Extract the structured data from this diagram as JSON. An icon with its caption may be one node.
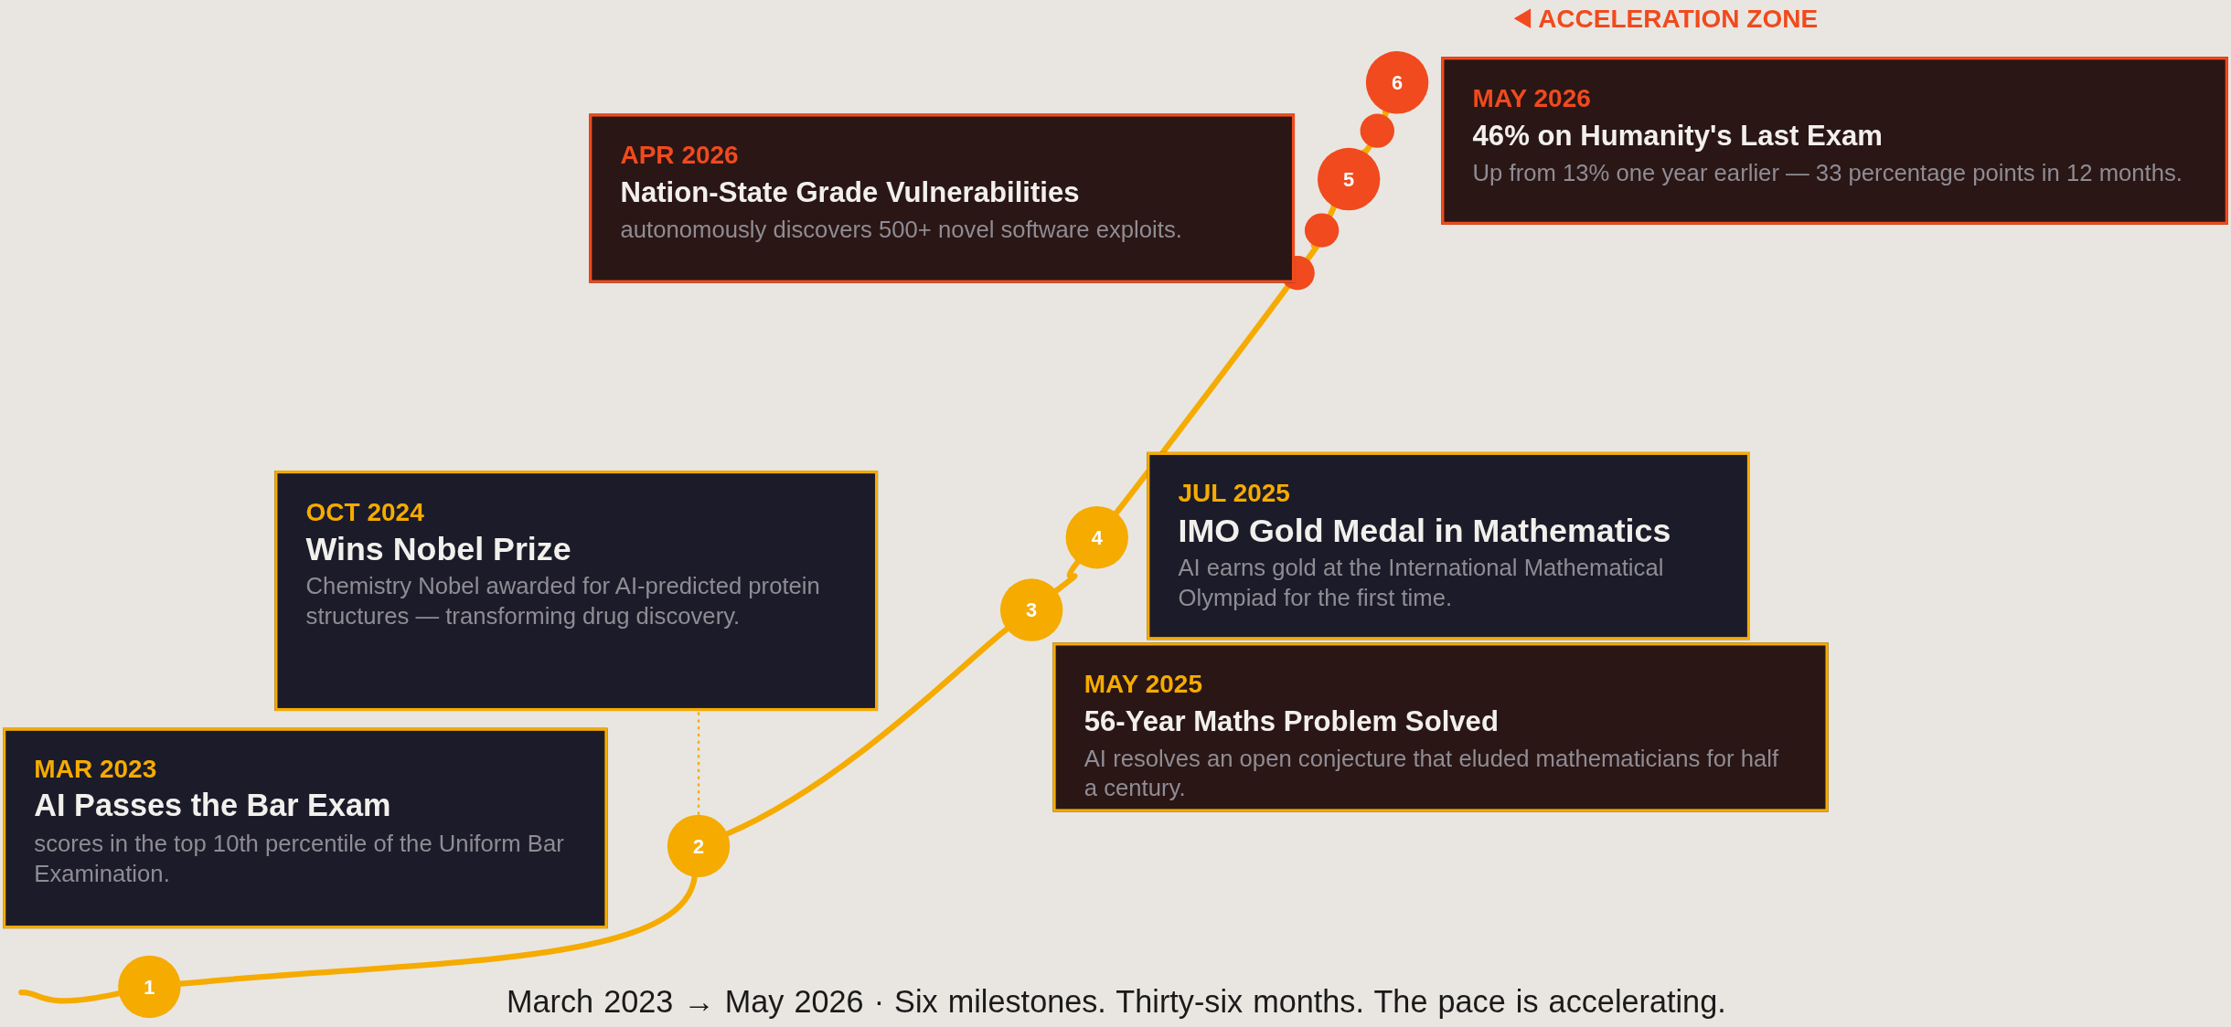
{
  "diagram": {
    "caption": "March 2023 → May 2026 · Six milestones. Thirty-six months. The pace is accelerating.",
    "nodes": [
      {
        "text": [
          "1"
        ]
      },
      {
        "text": [
          "2"
        ]
      },
      {
        "text": [
          "3"
        ]
      },
      {
        "text": [
          "4"
        ]
      },
      {
        "text": [],
        "shape": "circle"
      },
      {
        "text": [],
        "shape": "circle"
      },
      {
        "text": [
          "5"
        ]
      },
      {
        "text": [],
        "shape": "circle"
      },
      {
        "text": [
          "6"
        ]
      },
      {
        "text": [
          "MAR 2023",
          "AI Passes the Bar Exam",
          "scores in the top 10th percentile of the Uniform Bar Examination."
        ]
      },
      {
        "text": [
          "OCT 2024",
          "Wins Nobel Prize",
          "Chemistry Nobel awarded for AI-predicted protein structures — transforming drug discovery."
        ]
      },
      {
        "text": [
          "MAY 2025",
          "56-Year Maths Problem Solved",
          "AI resolves an open conjecture that eluded mathematicians for half a century."
        ]
      },
      {
        "text": [
          "JUL 2025",
          "IMO Gold Medal in Mathematics",
          "AI earns gold at the International Mathematical Olympiad for the first time."
        ]
      },
      {
        "text": [
          "APR 2026",
          "Nation-State Grade Vulnerabilities",
          "autonomously discovers 500+ novel software exploits."
        ]
      },
      {
        "text": [
          "MAY 2026",
          "46% on Humanity's Last Exam",
          "Up from 13% one year earlier — 33 percentage points in 12 months."
        ]
      }
    ],
    "edges": [
      {
        "from": null,
        "to": 0,
        "arrow": "none"
      },
      {
        "from": 0,
        "to": 1,
        "arrow": "none"
      },
      {
        "from": 1,
        "to": 2,
        "arrow": "none"
      },
      {
        "from": 2,
        "to": 3,
        "arrow": "none"
      },
      {
        "from": 3,
        "to": 4,
        "arrow": "none"
      },
      {
        "from": 4,
        "to": 5,
        "arrow": "none"
      },
      {
        "from": 5,
        "to": 6,
        "arrow": "none"
      },
      {
        "from": 6,
        "to": 7,
        "arrow": "none"
      },
      {
        "from": 7,
        "to": 8,
        "arrow": "none"
      },
      {
        "from": 10,
        "to": 1,
        "arrow": "none",
        "style": "dashed"
      }
    ],
    "labels": [
      "ACCELERATION ZONE"
    ]
  }
}
